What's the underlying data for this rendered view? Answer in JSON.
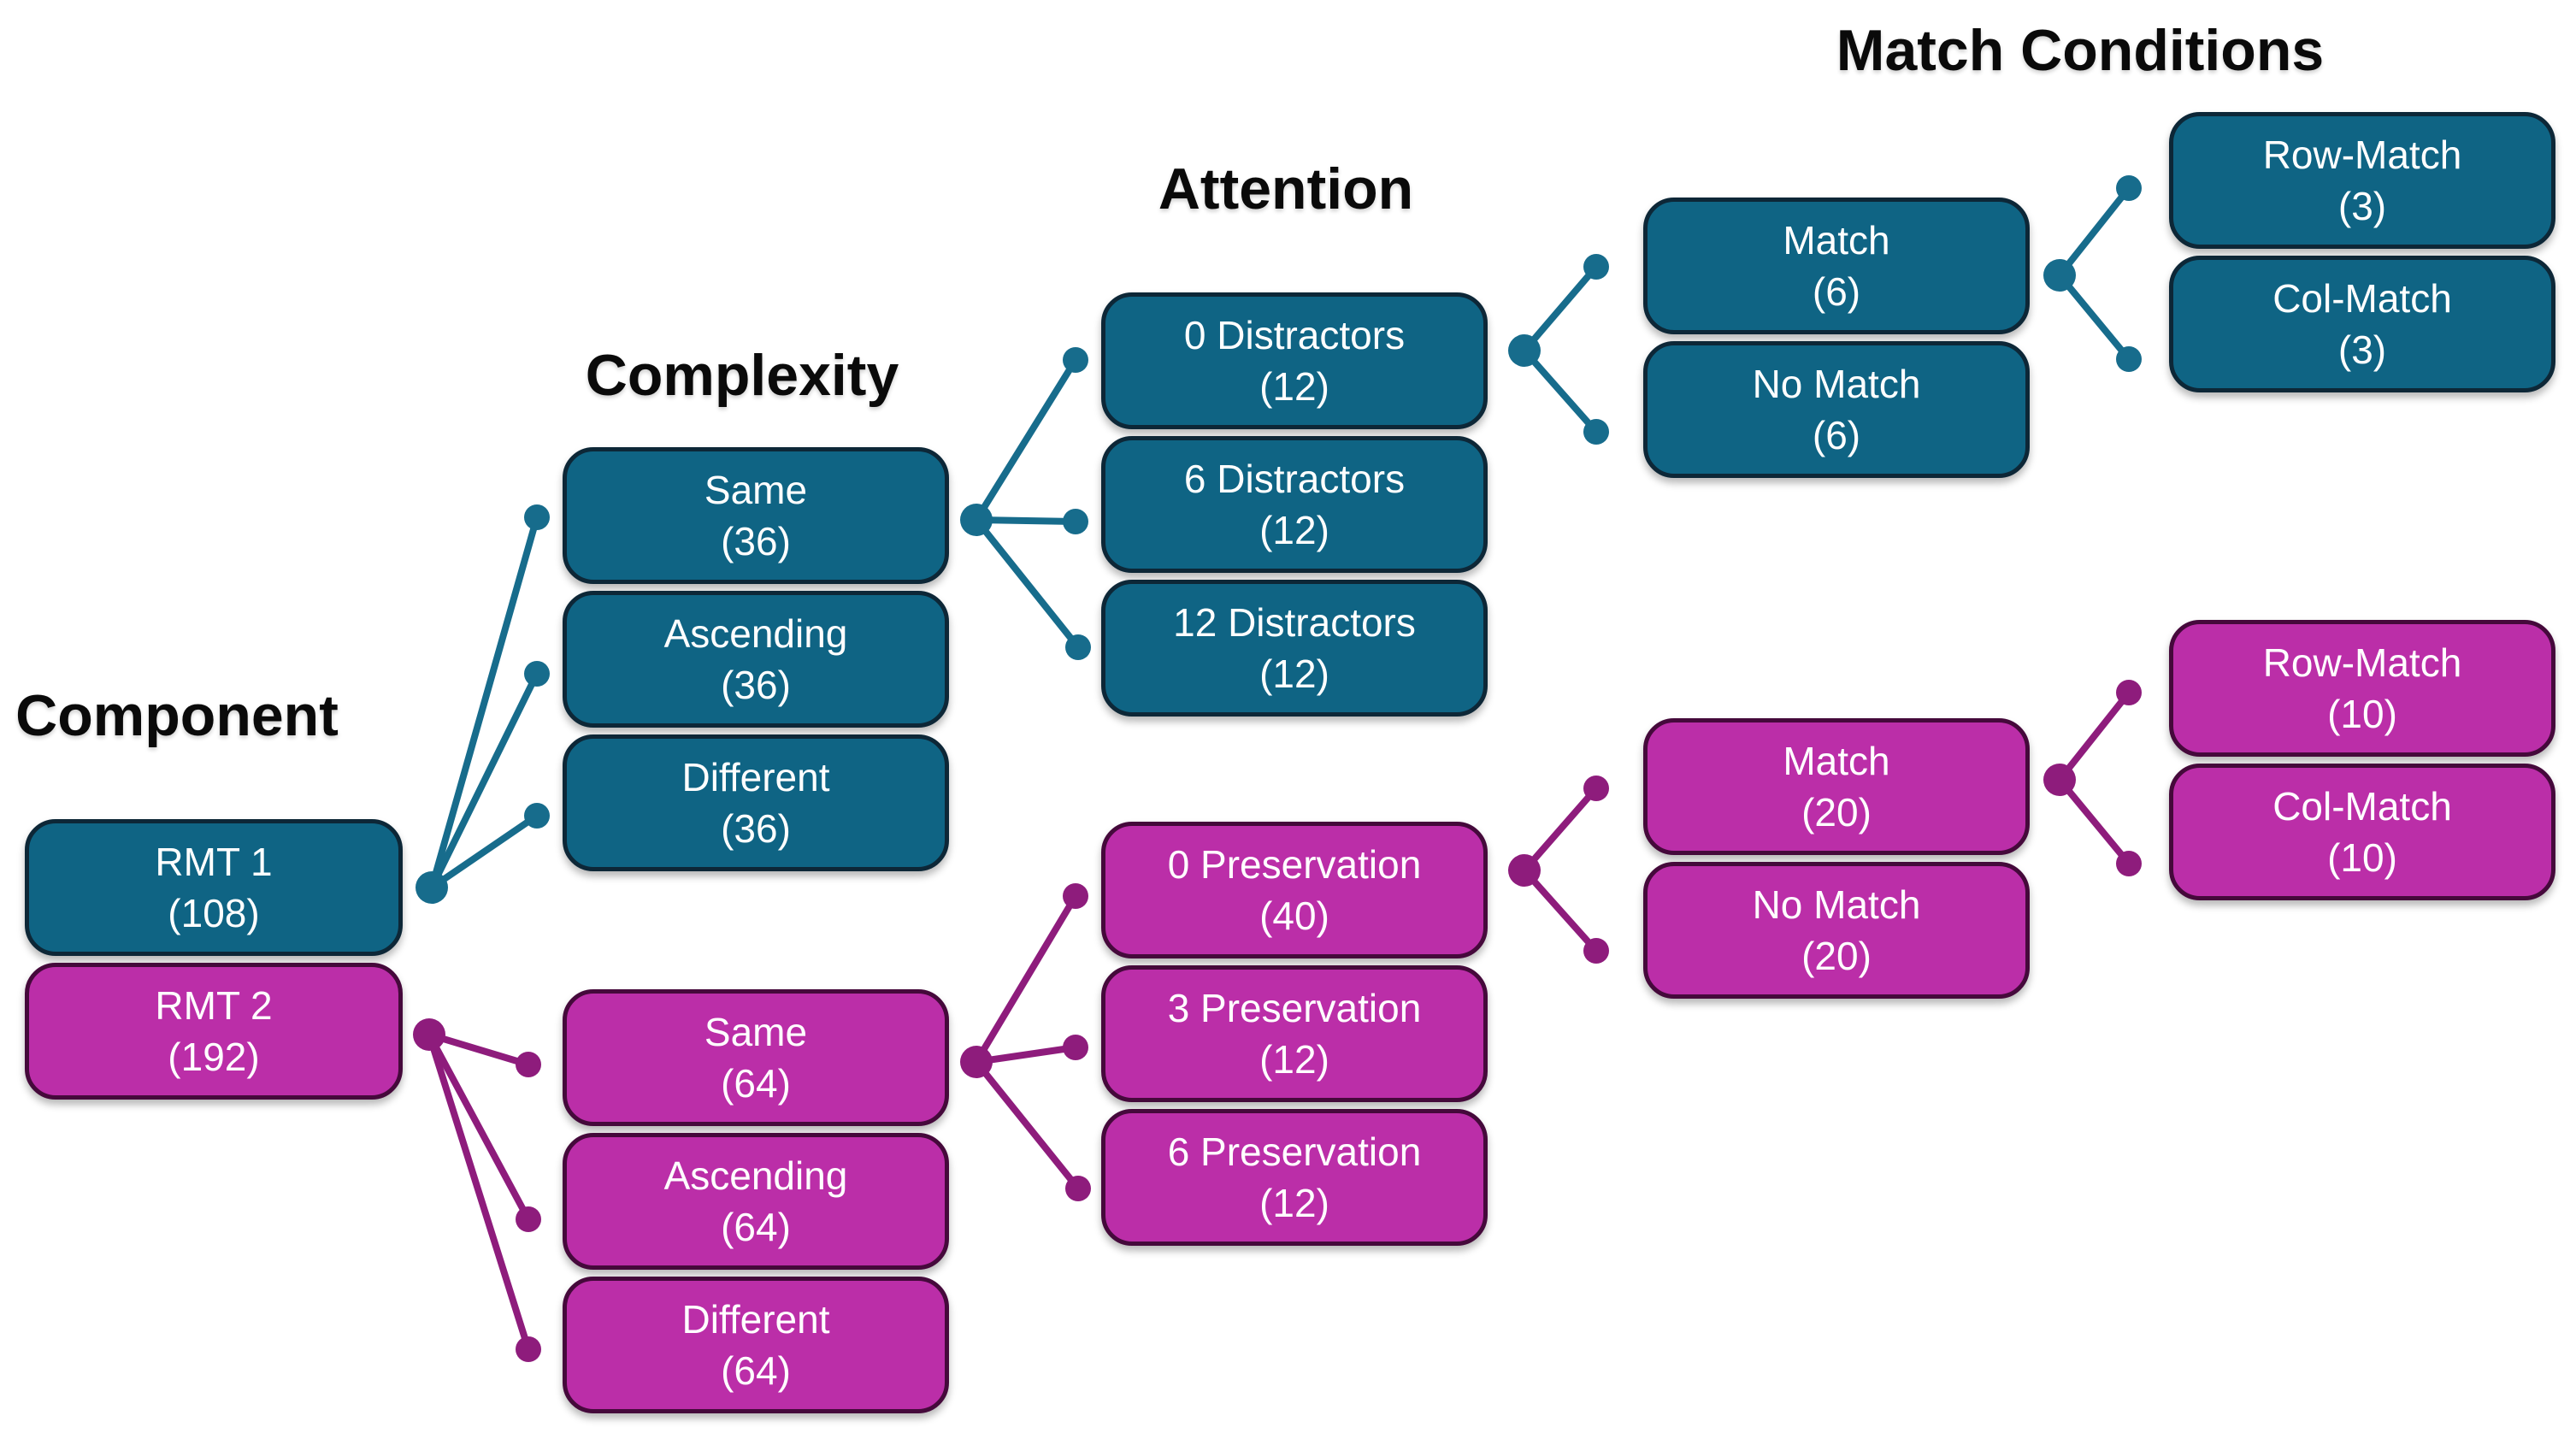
{
  "headings": {
    "component": "Component",
    "complexity": "Complexity",
    "attention": "Attention",
    "match_conditions": "Match Conditions"
  },
  "colors": {
    "teal_fill": "#0F6484",
    "teal_border": "#0D2737",
    "teal_line": "#176C8C",
    "magenta_fill": "#BB2EA8",
    "magenta_border": "#45093B",
    "magenta_line": "#8E1C7C",
    "heading_text": "#0A0A0A",
    "node_text": "#FFFFFF",
    "background": "#FFFFFF"
  },
  "nodes": {
    "rmt1": {
      "label": "RMT 1",
      "count": "(108)"
    },
    "rmt2": {
      "label": "RMT 2",
      "count": "(192)"
    },
    "t_same": {
      "label": "Same",
      "count": "(36)"
    },
    "t_ascending": {
      "label": "Ascending",
      "count": "(36)"
    },
    "t_different": {
      "label": "Different",
      "count": "(36)"
    },
    "m_same": {
      "label": "Same",
      "count": "(64)"
    },
    "m_ascending": {
      "label": "Ascending",
      "count": "(64)"
    },
    "m_different": {
      "label": "Different",
      "count": "(64)"
    },
    "d0": {
      "label": "0 Distractors",
      "count": "(12)"
    },
    "d6": {
      "label": "6 Distractors",
      "count": "(12)"
    },
    "d12": {
      "label": "12 Distractors",
      "count": "(12)"
    },
    "p0": {
      "label": "0 Preservation",
      "count": "(40)"
    },
    "p3": {
      "label": "3 Preservation",
      "count": "(12)"
    },
    "p6": {
      "label": "6 Preservation",
      "count": "(12)"
    },
    "t_match": {
      "label": "Match",
      "count": "(6)"
    },
    "t_no_match": {
      "label": "No Match",
      "count": "(6)"
    },
    "m_match": {
      "label": "Match",
      "count": "(20)"
    },
    "m_no_match": {
      "label": "No Match",
      "count": "(20)"
    },
    "t_row_match": {
      "label": "Row-Match",
      "count": "(3)"
    },
    "t_col_match": {
      "label": "Col-Match",
      "count": "(3)"
    },
    "m_row_match": {
      "label": "Row-Match",
      "count": "(10)"
    },
    "m_col_match": {
      "label": "Col-Match",
      "count": "(10)"
    }
  },
  "edges": [
    {
      "from": "rmt1",
      "to": [
        "t_same",
        "t_ascending",
        "t_different"
      ]
    },
    {
      "from": "rmt2",
      "to": [
        "m_same",
        "m_ascending",
        "m_different"
      ]
    },
    {
      "from": "t_same",
      "to": [
        "d0",
        "d6",
        "d12"
      ]
    },
    {
      "from": "m_same",
      "to": [
        "p0",
        "p3",
        "p6"
      ]
    },
    {
      "from": "d0",
      "to": [
        "t_match",
        "t_no_match"
      ]
    },
    {
      "from": "p0",
      "to": [
        "m_match",
        "m_no_match"
      ]
    },
    {
      "from": "t_match",
      "to": [
        "t_row_match",
        "t_col_match"
      ]
    },
    {
      "from": "m_match",
      "to": [
        "m_row_match",
        "m_col_match"
      ]
    }
  ]
}
